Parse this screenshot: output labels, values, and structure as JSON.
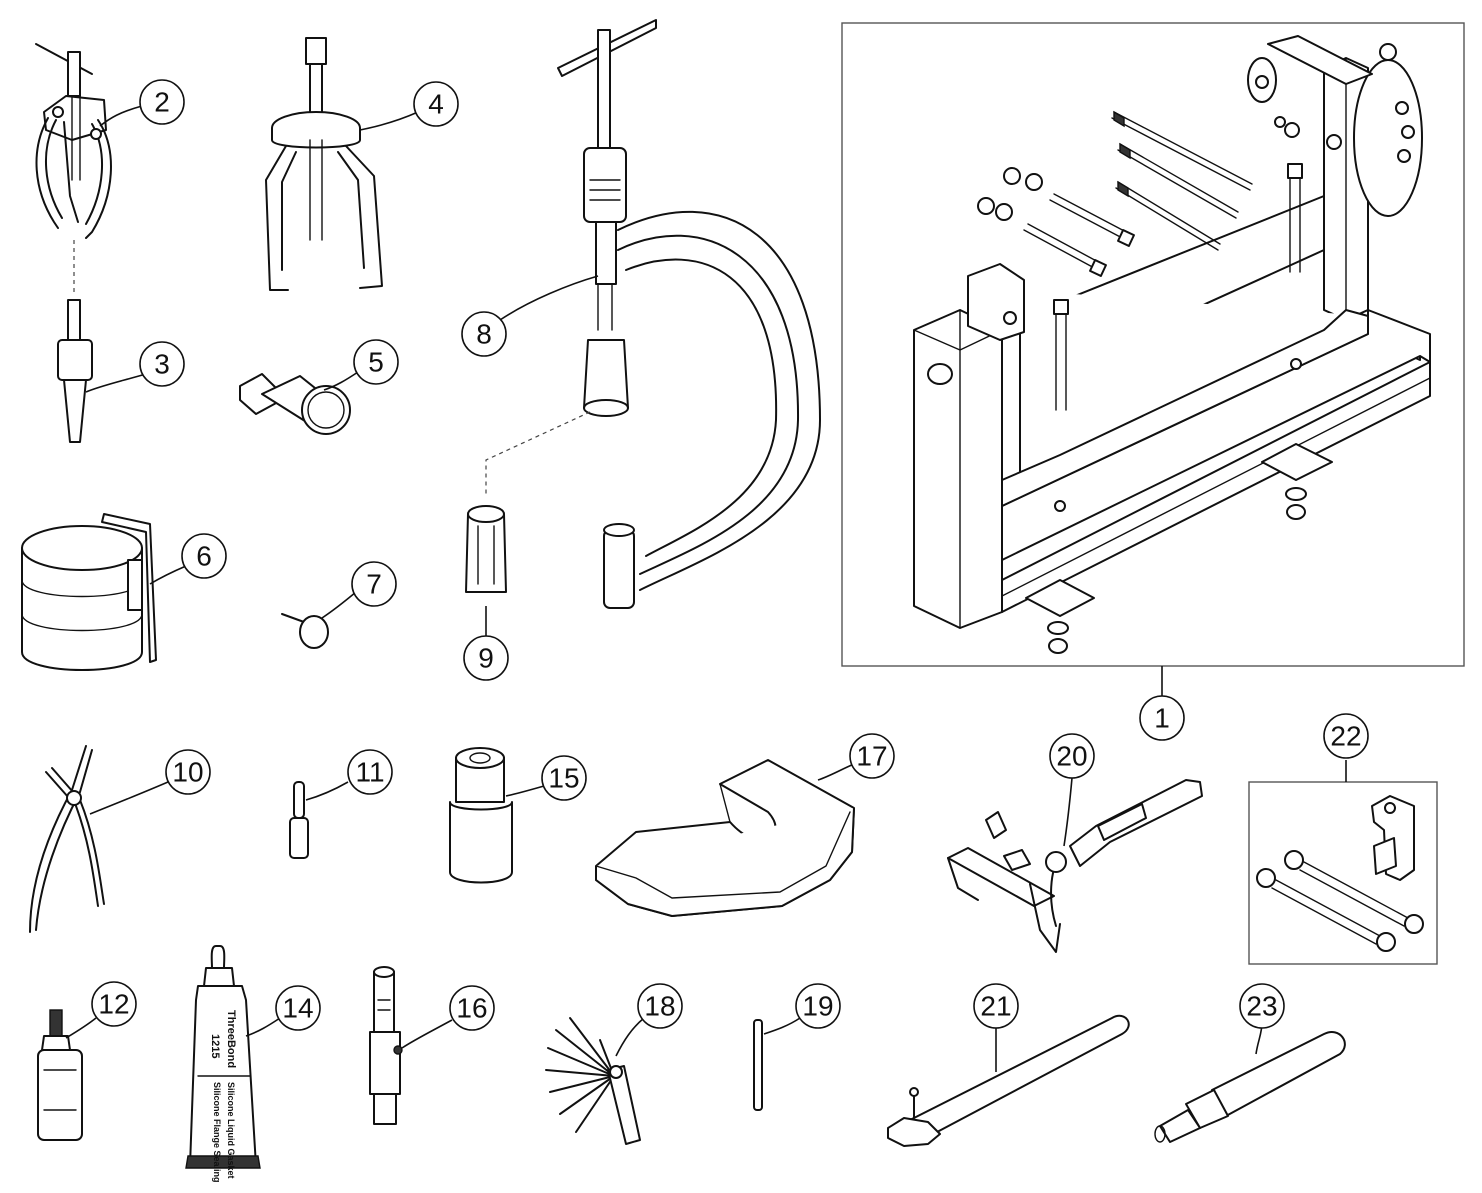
{
  "diagram": {
    "callouts": [
      "1",
      "2",
      "3",
      "4",
      "5",
      "6",
      "7",
      "8",
      "9",
      "10",
      "11",
      "12",
      "14",
      "15",
      "16",
      "17",
      "18",
      "19",
      "20",
      "21",
      "22",
      "23"
    ],
    "tube_brand": "ThreeBond",
    "tube_code": "1215",
    "tube_desc_1": "Silicone Liquid Gasket",
    "tube_desc_2": "Silicone Flange Sealing"
  }
}
